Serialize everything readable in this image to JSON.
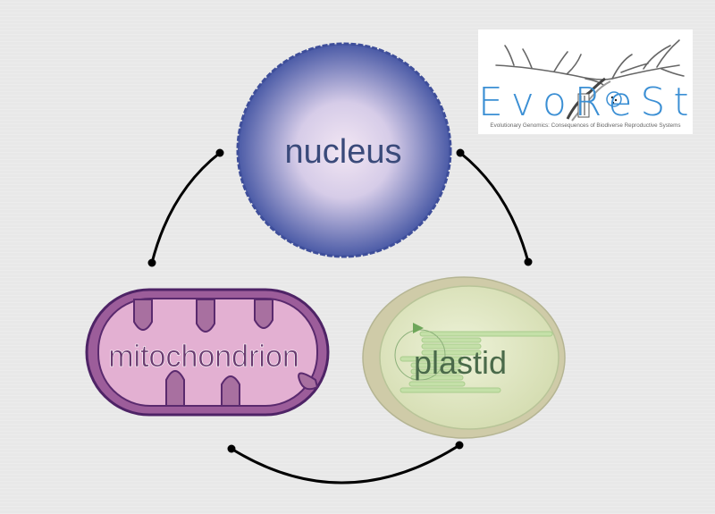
{
  "diagram": {
    "nodes": {
      "nucleus": {
        "label": "nucleus",
        "fill_center": "#f0e4f2",
        "fill_edge": "#4a5aa6",
        "text_color": "#3a4a7a"
      },
      "mitochondrion": {
        "label": "mitochondrion",
        "fill": "#e3b0d2",
        "stroke": "#5a2a6e",
        "cristae": "#a870a0",
        "text_color": "#6a3a70"
      },
      "plastid": {
        "label": "plastid",
        "fill": "#e4ecc8",
        "stroke": "#b8c498",
        "text_color": "#4a6a4a"
      }
    },
    "connections": [
      {
        "from": "mitochondrion",
        "to": "nucleus"
      },
      {
        "from": "nucleus",
        "to": "plastid"
      },
      {
        "from": "mitochondrion",
        "to": "plastid"
      }
    ]
  },
  "logo": {
    "wordmark": "EvoReSt",
    "tagline": "Evolutionary Genomics: Consequences of Biodiverse Reproductive Systems",
    "color": "#3b8fd4"
  }
}
